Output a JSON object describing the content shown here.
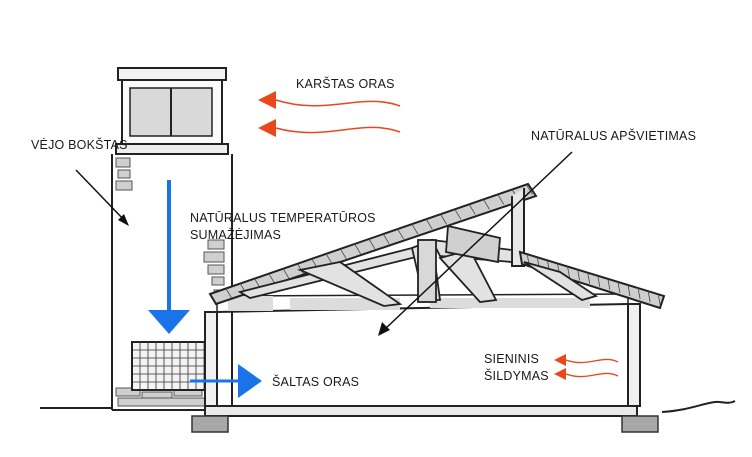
{
  "labels": {
    "hot_air": "KARŠTAS ORAS",
    "wind_tower": "VĖJO BOKŠTAS",
    "natural_lighting": "NATŪRALUS APŠVIETIMAS",
    "temp_drop": [
      "NATŪRALUS TEMPERATŪROS",
      "SUMAŽĖJIMAS"
    ],
    "cold_air": "ŠALTAS ORAS",
    "wall_heating": [
      "SIENINIS",
      "ŠILDYMAS"
    ]
  },
  "colors": {
    "hot_arrow": "#e8481c",
    "cool_arrow": "#1a73e8",
    "line": "#222222",
    "fill_light": "#e4e4e4"
  }
}
